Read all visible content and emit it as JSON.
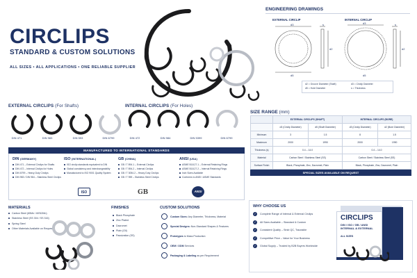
{
  "hero": {
    "title": "CIRCLIPS",
    "subtitle": "STANDARD & CUSTOM SOLUTIONS",
    "tagline": "ALL SIZES • ALL APPLICATIONS • ONE RELIABLE SUPPLIER"
  },
  "external_row": {
    "title": "EXTERNAL CIRCLIPS",
    "note": "(For Shafts)",
    "items": [
      "DIN 471",
      "DIN 983",
      "DIN 593",
      "DIN 6799"
    ]
  },
  "internal_row": {
    "title": "INTERNAL CIRCLIPS",
    "note": "(For Holes)",
    "items": [
      "DIN 472",
      "DIN 984",
      "DIN 5399",
      "DIN 6799"
    ]
  },
  "standards": {
    "header": "MANUFACTURED TO INTERNATIONAL STANDARDS",
    "columns": [
      {
        "title": "DIN",
        "note": "(GERMANY)",
        "items": [
          "DIN 471 – External Circlips for Shafts",
          "DIN 472 – Internal Circlips for Holes",
          "DIN 6799 – Heavy Duty Circlips",
          "DIN 983 / DIN 984 – Stainless Steel Circlips"
        ]
      },
      {
        "title": "ISO",
        "note": "(INTERNATIONAL)",
        "items": [
          "ISO circlip standards equivalent to DIN",
          "Global consistency and interchangeability",
          "Manufactured to ISO 9001 Quality System"
        ],
        "logo": "ISO"
      },
      {
        "title": "GB",
        "note": "(CHINA)",
        "items": [
          "GB / T 894.1 – External Circlips",
          "GB / T 894.2 – Internal Circlips",
          "GB / T 3054.2 – Heavy Duty Circlips",
          "GB / T 959 – Stainless Steel Circlips"
        ],
        "logo": "GB"
      },
      {
        "title": "ANSI",
        "note": "(USA)",
        "items": [
          "ASME B18.27.1 – External Retaining Rings",
          "ASME B18.27.2 – Internal Retaining Rings",
          "Inch Sizes Available",
          "Conforms to ANSI / ASME Standards"
        ],
        "logo": "ANSI"
      }
    ]
  },
  "drawings": {
    "title": "ENGINEERING DRAWINGS",
    "external_label": "EXTERNAL CIRCLIP",
    "internal_label": "INTERNAL CIRCLIP",
    "dims": {
      "d3": "d3",
      "s": "s",
      "d2": "d2",
      "d5": "d5"
    },
    "legend": [
      [
        "d2 = Groove Diameter (Shaft)",
        "d3 = Circlip Diameter"
      ],
      [
        "d5 = Hole Diameter",
        "s = Thickness"
      ]
    ]
  },
  "size_range": {
    "title": "SIZE RANGE",
    "unit": "(mm)",
    "group_headers": [
      "EXTERNAL CIRCLIPS (SHAFT)",
      "INTERNAL CIRCLIPS (BORE)"
    ],
    "sub_headers": [
      "d3 (Circlip Diameter)",
      "d5 (Shaft Diameter)",
      "d3 (Circlip Diameter)",
      "d2 (Bore Diameter)"
    ],
    "rows": [
      {
        "label": "Minimum",
        "values": [
          "3",
          "1.5",
          "8",
          "1.5"
        ]
      },
      {
        "label": "Maximum",
        "values": [
          "2000",
          "1990",
          "2000",
          "1990"
        ]
      }
    ],
    "thickness": {
      "label": "Thickness (s)",
      "external": "0.4 – 14.0",
      "internal": "0.4 – 14.0"
    },
    "material": {
      "label": "Material",
      "external": "Carbon Steel / Stainless Steel (SS)",
      "internal": "Carbon Steel / Stainless Steel (SS)"
    },
    "finish": {
      "label": "Surface Finish",
      "external": "Black, Phosphate, Zinc, Dacromet, Plain",
      "internal": "Black, Phosphate, Zinc, Dacromet, Plain"
    },
    "footer": "SPECIAL SIZES AVAILABLE ON REQUEST"
  },
  "materials": {
    "title": "MATERIALS",
    "items": [
      "Carbon Steel (65Mn / 60Si2Mn)",
      "Stainless Steel (SS 304 / SS 316)",
      "Spring Steel",
      "Other Materials Available on Request"
    ]
  },
  "finishes": {
    "title": "FINISHES",
    "items": [
      "Black Phosphate",
      "Zinc Plated",
      "Dacromet",
      "Plain (Oil)",
      "Passivation (SS)"
    ]
  },
  "custom": {
    "title": "CUSTOM SOLUTIONS",
    "items": [
      {
        "bold": "Custom Sizes:",
        "text": "Any Diameter, Thickness, Material"
      },
      {
        "bold": "Special Designs:",
        "text": "Non-Standard Shapes & Features"
      },
      {
        "bold": "Prototypes",
        "text": "to Mass Production"
      },
      {
        "bold": "OEM / ODM",
        "text": "Services"
      },
      {
        "bold": "Packaging & Labeling",
        "text": "as per Requirement"
      }
    ]
  },
  "why": {
    "title": "WHY CHOOSE US",
    "items": [
      "Complete Range of Internal & External Circlips",
      "All Sizes Available – Standard & Custom",
      "Consistent Quality – Strict QC, Traceable",
      "Competitive Price – Value for Your Business",
      "Global Supply – Trusted by B2B Buyers Worldwide"
    ]
  },
  "box": {
    "title": "CIRCLIPS",
    "line1": "DIN / ISO / GB / ANSI",
    "line2": "INTERNAL & EXTERNAL",
    "line3": "ALL SIZES"
  },
  "colors": {
    "navy": "#1e3264",
    "steel": "#c9ccd3",
    "black": "#1b1b1d"
  }
}
